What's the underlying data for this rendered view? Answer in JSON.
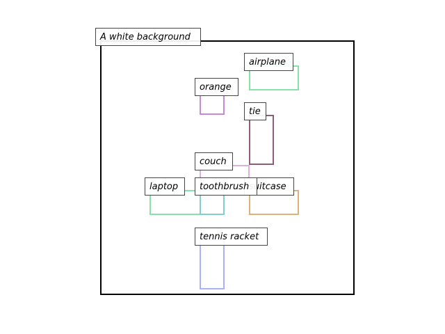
{
  "caption": "A white background",
  "objects": [
    {
      "id": "airplane",
      "label": "airplane",
      "color": "#86e3a7"
    },
    {
      "id": "orange",
      "label": "orange",
      "color": "#c58ad6"
    },
    {
      "id": "tie",
      "label": "tie",
      "color": "#8e5c73"
    },
    {
      "id": "couch",
      "label": "couch",
      "color": "#dbb0de"
    },
    {
      "id": "laptop",
      "label": "laptop",
      "color": "#86e3a7"
    },
    {
      "id": "toothbrush",
      "label": "toothbrush",
      "color": "#7fcfcf"
    },
    {
      "id": "suitcase",
      "label": "suitcase",
      "color": "#dfb07a"
    },
    {
      "id": "tennis-racket",
      "label": "tennis racket",
      "color": "#a9b2f5"
    }
  ]
}
